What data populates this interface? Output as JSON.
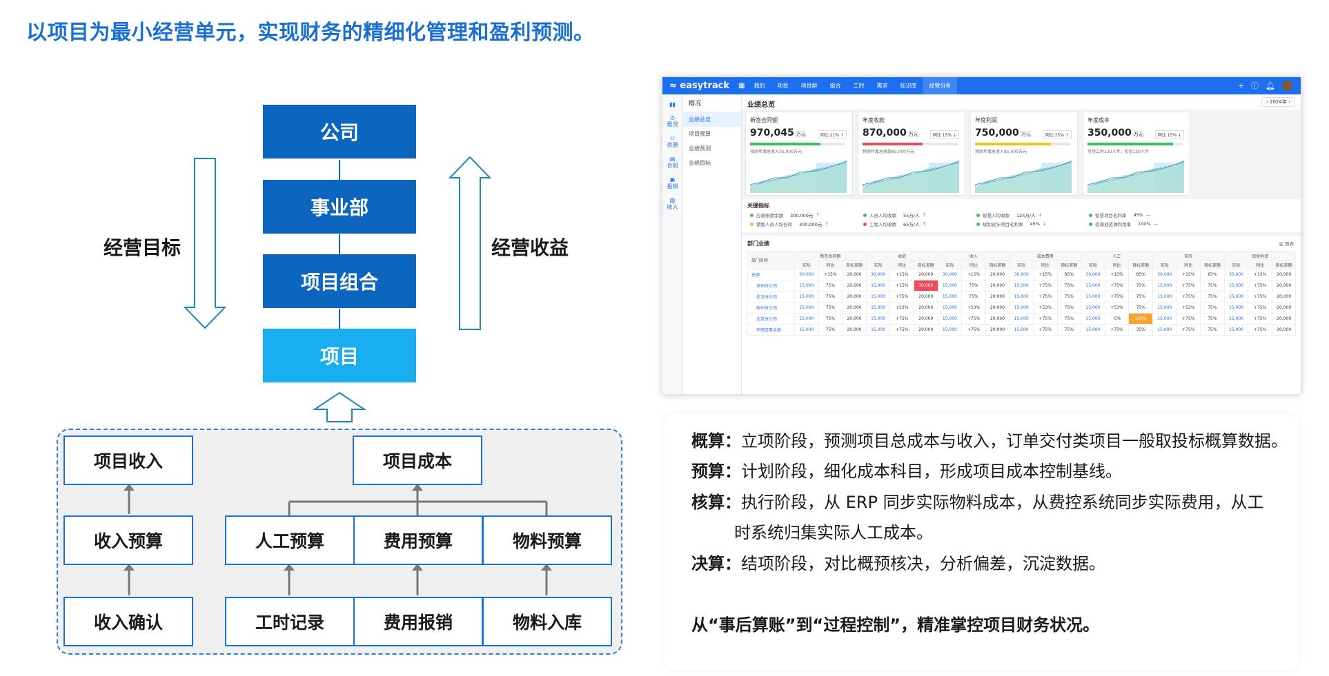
{
  "title": "以项目为最小经营单元，实现财务的精细化管理和盈利预测。",
  "hierarchy": {
    "levels": [
      "公司",
      "事业部",
      "项目组合",
      "项目"
    ],
    "left_label": "经营目标",
    "right_label": "经营收益"
  },
  "flow": {
    "revenue": {
      "top": "项目收入",
      "middle": "收入预算",
      "bottom": "收入确认"
    },
    "cost": {
      "top": "项目成本",
      "budgets": [
        "人工预算",
        "费用预算",
        "物料预算"
      ],
      "sources": [
        "工时记录",
        "费用报销",
        "物料入库"
      ]
    }
  },
  "dashboard": {
    "logo": "easytrack",
    "nav": [
      "我的",
      "项目",
      "项目群",
      "组合",
      "工时",
      "需求",
      "知识库",
      "经营分析"
    ],
    "active_nav": "经营分析",
    "left_icons": [
      "概况",
      "资源",
      "合同",
      "报销",
      "收入"
    ],
    "menu_title": "概况",
    "menu": [
      "业绩总览",
      "项目预算",
      "业绩预测",
      "业绩目标"
    ],
    "page_title": "业绩总览",
    "year": "2024年",
    "cards": [
      {
        "label": "新签合同额",
        "value": "970,045",
        "unit": "万元",
        "badge": "同比 21% ↑",
        "note": "预测年度总收入35,000万元",
        "progress": 0.74,
        "color": "#3cc15a"
      },
      {
        "label": "年度收款",
        "value": "870,000",
        "unit": "万元",
        "badge": "同比 15% ↓",
        "note": "预测年度总收款65,000万元",
        "progress": 0.63,
        "color": "#f04a5a"
      },
      {
        "label": "年度利润",
        "value": "750,000",
        "unit": "万元",
        "badge": "同比 25% ↑",
        "note": "预测年度总收入85,000万元",
        "progress": 0.8,
        "color": "#f5c020"
      },
      {
        "label": "年度成本",
        "value": "350,000",
        "unit": "万元",
        "badge": "同比 15% ↓",
        "note": "可用工时150人年，实际130人年",
        "progress": 0.9,
        "color": "#3cc15a"
      }
    ],
    "kpi_title": "关键指标",
    "kpis": [
      {
        "label": "应收账款余额",
        "value": "300,000元",
        "arrow": "↑",
        "color": "#3cc15a"
      },
      {
        "label": "人员人均收款",
        "value": "55万/人",
        "arrow": "↑",
        "color": "#3cc15a"
      },
      {
        "label": "智慧人均收款",
        "value": "125万/人",
        "arrow": "↓",
        "color": "#3cc15a"
      },
      {
        "label": "智慧项目毛利率",
        "value": "45%",
        "arrow": "—",
        "color": "#3cc15a"
      },
      {
        "label": "销售人员人均合同",
        "value": "300,000元",
        "arrow": "↑",
        "color": "#f5c020"
      },
      {
        "label": "工程人均收款",
        "value": "65万/人",
        "arrow": "↑",
        "color": "#f04a5a"
      },
      {
        "label": "规划设计项目毛利率",
        "value": "45%",
        "arrow": "↓",
        "color": "#3cc15a"
      },
      {
        "label": "资源池资源利用率",
        "value": "100%",
        "arrow": "—",
        "color": "#3cc15a"
      }
    ],
    "table_title": "部门业绩",
    "table_option": "图表",
    "table_groups": [
      "新签合同额",
      "收款",
      "收入",
      "成本费用",
      "人工",
      "实际",
      "现金利润"
    ],
    "group_cols": [
      "实际",
      "同比",
      "目标差额"
    ],
    "dept_header": "部门名称",
    "rows": [
      {
        "name": "总部",
        "cells": [
          "30,000",
          "+15%",
          "20,000",
          "30,000",
          "+15%",
          "20,000",
          "30,000",
          "+15%",
          "20,000",
          "30,000",
          "+15%",
          "85%",
          "30,000",
          "+15%",
          "85%",
          "30,000",
          "+15%",
          "65%",
          "30,000",
          "+15%",
          "20,000"
        ]
      },
      {
        "name": "深圳分公司",
        "cells": [
          "15,000",
          "75%",
          "20,000",
          "15,000",
          "+15%",
          "30,000",
          "15,000",
          "75%",
          "20,000",
          "15,000",
          "+75%",
          "75%",
          "15,000",
          "+75%",
          "75%",
          "15,000",
          "+75%",
          "75%",
          "15,000",
          "+75%",
          "20,000"
        ]
      },
      {
        "name": "武汉分公司",
        "cells": [
          "15,000",
          "75%",
          "20,000",
          "15,000",
          "+75%",
          "20,000",
          "15,000",
          "75%",
          "20,000",
          "15,000",
          "+75%",
          "75%",
          "15,000",
          "+75%",
          "75%",
          "15,000",
          "+75%",
          "75%",
          "15,000",
          "+75%",
          "20,000"
        ]
      },
      {
        "name": "杭州分公司",
        "cells": [
          "15,000",
          "75%",
          "20,000",
          "15,000",
          "+53%",
          "20,000",
          "15,000",
          "+53%",
          "20,000",
          "15,000",
          "+53%",
          "75%",
          "15,000",
          "+53%",
          "75%",
          "15,000",
          "+53%",
          "75%",
          "15,000",
          "+75%",
          "20,000"
        ]
      },
      {
        "name": "北京分公司",
        "cells": [
          "15,000",
          "75%",
          "20,000",
          "15,000",
          "+75%",
          "20,000",
          "15,000",
          "+75%",
          "20,000",
          "15,000",
          "+75%",
          "75%",
          "15,000",
          "-5%",
          "125%",
          "15,000",
          "+75%",
          "75%",
          "15,000",
          "+75%",
          "20,000"
        ]
      },
      {
        "name": "华南区事业部",
        "cells": [
          "15,000",
          "75%",
          "20,000",
          "15,000",
          "+75%",
          "20,000",
          "15,000",
          "+75%",
          "20,000",
          "15,000",
          "+75%",
          "75%",
          "15,000",
          "+75%",
          "35%",
          "15,000",
          "+75%",
          "75%",
          "15,000",
          "+75%",
          "20,000"
        ]
      }
    ]
  },
  "descriptions": [
    {
      "term": "概算：",
      "text": "立项阶段，预测项目总成本与收入，订单交付类项目一般取投标概算数据。"
    },
    {
      "term": "预算：",
      "text": "计划阶段，细化成本科目，形成项目成本控制基线。"
    },
    {
      "term": "核算：",
      "text": "执行阶段，从 ERP 同步实际物料成本，从费控系统同步实际费用，从工",
      "cont": "时系统归集实际人工成本。"
    },
    {
      "term": "决算：",
      "text": "结项阶段，对比概预核决，分析偏差，沉淀数据。"
    }
  ],
  "summary": "从“事后算账”到“过程控制”，精准掌控项目财务状况。",
  "colors": {
    "accent": "#1a6fd1",
    "org_dark": "#0c66bf",
    "org_light": "#19aef0",
    "dash_nav": "#1e6ff0"
  }
}
